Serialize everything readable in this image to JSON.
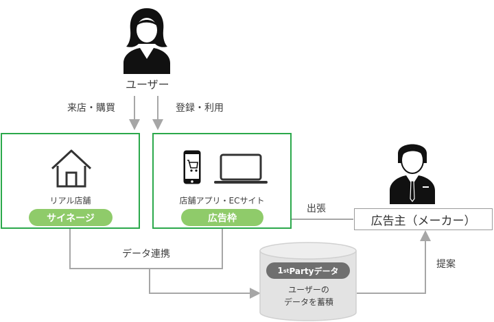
{
  "user": {
    "label": "ユーザー"
  },
  "arrows": {
    "visit_purchase": "来店・購買",
    "register_use": "登録・利用",
    "data_link": "データ連携",
    "dispatch": "出張",
    "proposal": "提案"
  },
  "real_store": {
    "label": "リアル店舗",
    "badge": "サイネージ"
  },
  "app_ec": {
    "label": "店舗アプリ・ECサイト",
    "badge": "広告枠"
  },
  "advertiser": {
    "label": "広告主（メーカー）"
  },
  "database": {
    "badge_sup": "st",
    "badge_pre": "1",
    "badge_post": " Partyデータ",
    "line1": "ユーザーの",
    "line2": "データを蓄積"
  },
  "colors": {
    "green_border": "#2aa84a",
    "green_pill": "#8fcb6a",
    "arrow_gray": "#a6a6a6"
  }
}
